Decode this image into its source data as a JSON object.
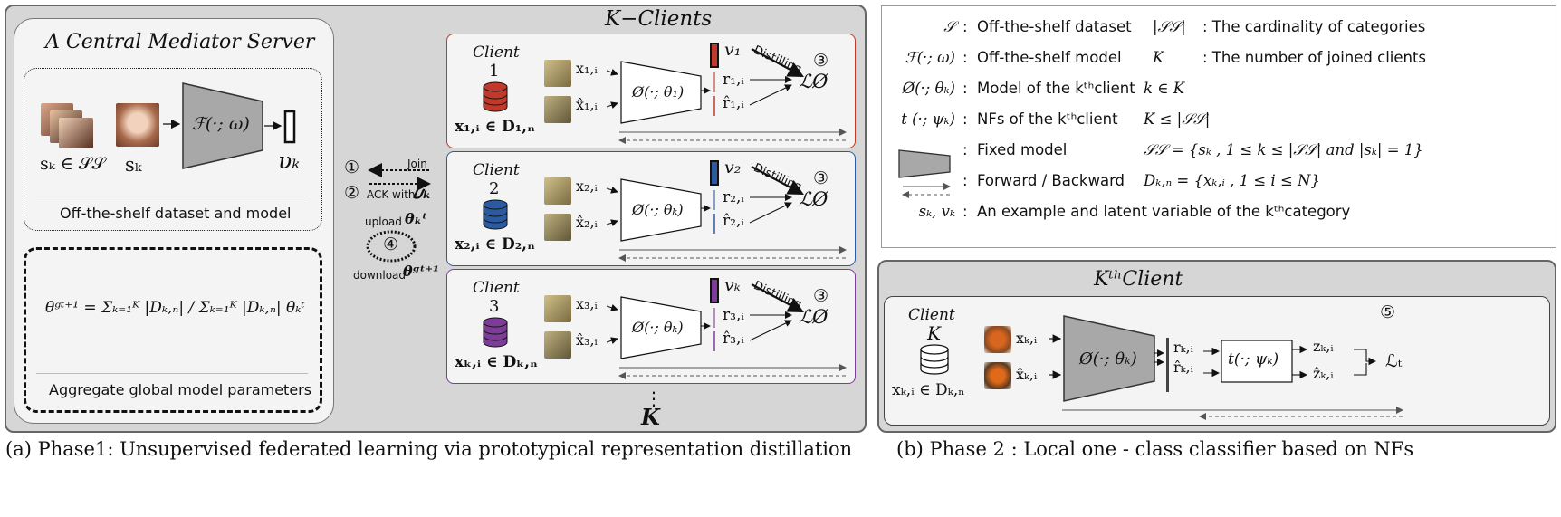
{
  "phase1": {
    "clients_title": "K−Clients",
    "server": {
      "title": "A Central Mediator Server",
      "s_set_label": "sₖ ∈ 𝒮𝒮",
      "s_label": "sₖ",
      "model_label": "ℱ(·; ω)",
      "v_label": "𝜐ₖ",
      "dataset_caption": "Off-the-shelf dataset and model",
      "formula": "θᵍᵗ⁺¹ = Σₖ₌₁ᴷ |Dₖ,ₙ| / Σₖ₌₁ᴷ |Dₖ,ₙ| θₖᵗ",
      "aggregate_caption": "Aggregate global model parameters"
    },
    "comm": {
      "step1": "①",
      "join": "Join",
      "step2": "②",
      "ack": "ACK with",
      "ack_v": "𝜐ₖ",
      "upload": "upload",
      "upload_theta": "θₖᵗ",
      "step4": "④",
      "download": "download",
      "download_theta": "θᵍᵗ⁺¹"
    },
    "clients": [
      {
        "client_label": "Client",
        "num": "1",
        "data": "x₁,ᵢ ∈ D₁,ₙ",
        "x": "x₁,ᵢ",
        "xh": "x̂₁,ᵢ",
        "model": "Ø(·; θ₁)",
        "v": "𝑣₁",
        "r": "r₁,ᵢ",
        "rh": "r̂₁,ᵢ",
        "distill": "Distilling",
        "step": "③",
        "loss": "ℒØ",
        "color": "#c0392b"
      },
      {
        "client_label": "Client",
        "num": "2",
        "data": "x₂,ᵢ ∈ D₂,ₙ",
        "x": "x₂,ᵢ",
        "xh": "x̂₂,ᵢ",
        "model": "Ø(·; θₖ)",
        "v": "𝑣₂",
        "r": "r₂,ᵢ",
        "rh": "r̂₂,ᵢ",
        "distill": "Distilling",
        "step": "③",
        "loss": "ℒØ",
        "color": "#2c5aa0"
      },
      {
        "client_label": "Client",
        "num": "3",
        "data": "xₖ,ᵢ ∈ Dₖ,ₙ",
        "x": "x₃,ᵢ",
        "xh": "x̂₃,ᵢ",
        "model": "Ø(·; θₖ)",
        "v": "𝑣ₖ",
        "r": "r₃,ᵢ",
        "rh": "r̂₃,ᵢ",
        "distill": "Distilling",
        "step": "③",
        "loss": "ℒØ",
        "color": "#7d3c98"
      }
    ],
    "dots": "⋮",
    "k_label": "K",
    "caption": "(a) Phase1: Unsupervised federated learning via prototypical representation distillation"
  },
  "legend": {
    "rows": [
      {
        "sym": "𝒮",
        "desc": "Off-the-shelf dataset",
        "rsym": "|𝒮𝒮|",
        "rdesc": ": The cardinality of categories"
      },
      {
        "sym": "ℱ(·; ω)",
        "desc": "Off-the-shelf model",
        "rsym": "K",
        "rdesc": ": The number of joined clients"
      },
      {
        "sym": "Ø(·; θₖ)",
        "desc": "Model of the  kᵗʰclient",
        "rsym": "k ∈ K",
        "rdesc": ""
      },
      {
        "sym": "t (·; ψₖ)",
        "desc": "NFs of the  kᵗʰclient",
        "rsym": "K ≤ |𝒮𝒮|",
        "rdesc": ""
      },
      {
        "sym": "",
        "desc": "Fixed model",
        "rsym": "𝒮𝒮 = {sₖ , 1 ≤ k ≤ |𝒮𝒮| and |sₖ| = 1}",
        "rdesc": ""
      },
      {
        "sym": "",
        "desc": "Forward / Backward",
        "rsym": "Dₖ,ₙ = {xₖ,ᵢ , 1 ≤ i ≤ N}",
        "rdesc": ""
      },
      {
        "sym": "sₖ, 𝑣ₖ",
        "desc": "An example and latent variable of the  kᵗʰcategory",
        "rsym": "",
        "rdesc": ""
      }
    ]
  },
  "phase2": {
    "title": "KᵗʰClient",
    "client_label": "Client",
    "num": "K",
    "data": "xₖ,ᵢ ∈ Dₖ,ₙ",
    "x": "xₖ,ᵢ",
    "xh": "x̂ₖ,ᵢ",
    "model": "Ø(·; θₖ)",
    "r": "rₖ,ᵢ",
    "rh": "r̂ₖ,ᵢ",
    "nf": "t(·; ψₖ)",
    "z": "zₖ,ᵢ",
    "zh": "ẑₖ,ᵢ",
    "loss": "ℒₜ",
    "step": "⑤",
    "caption": "(b) Phase 2 : Local one - class classifier based on NFs"
  },
  "colors": {
    "panel_bg": "#d9d9d9",
    "box_bg": "#f4f4f4",
    "client1": "#c0392b",
    "client2": "#2c5aa0",
    "client3": "#7d3c98",
    "trap": "#9e9e9e"
  }
}
